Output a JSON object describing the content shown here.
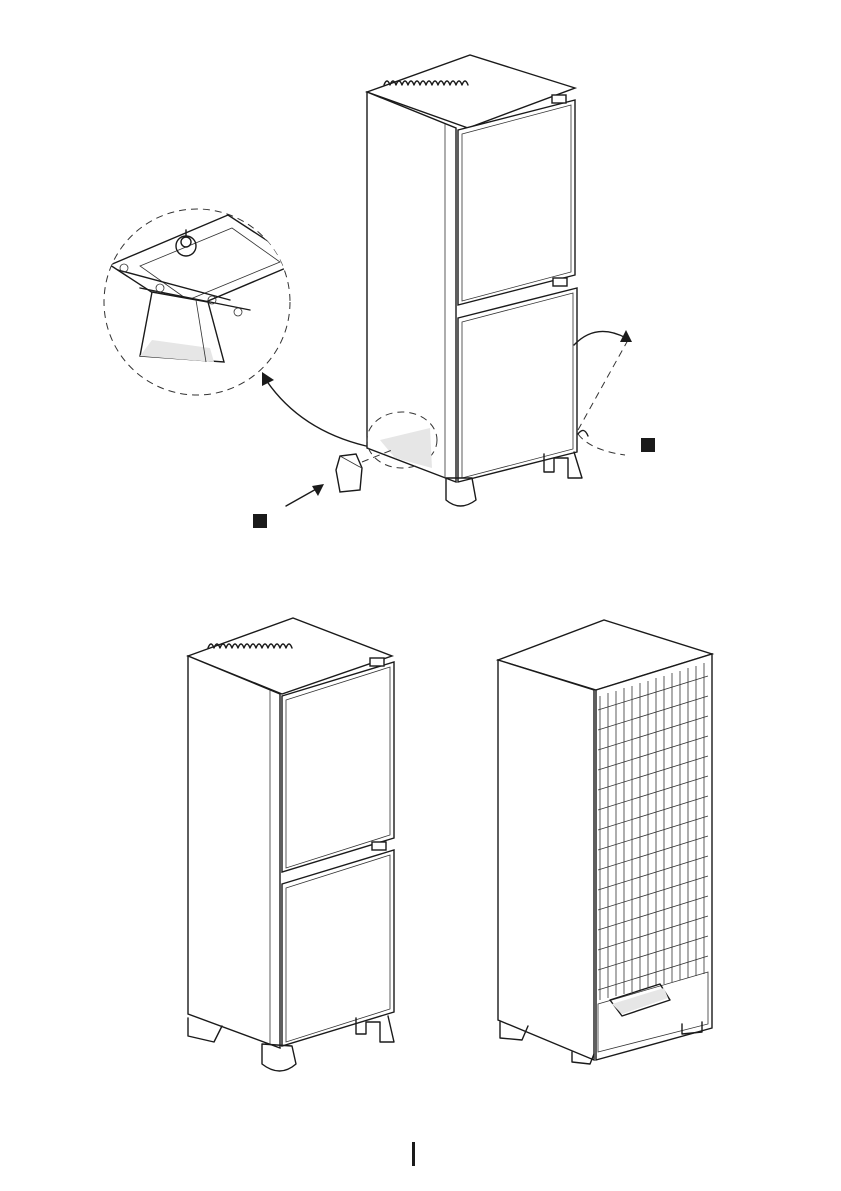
{
  "figures": {
    "top": "installation-step-remove-foot-and-door",
    "bottom_left": "fridge-front-view",
    "bottom_right": "fridge-back-view"
  },
  "markers": {
    "step_marker_left": "filled-square-icon",
    "step_marker_right": "filled-square-icon"
  },
  "page_number": ""
}
